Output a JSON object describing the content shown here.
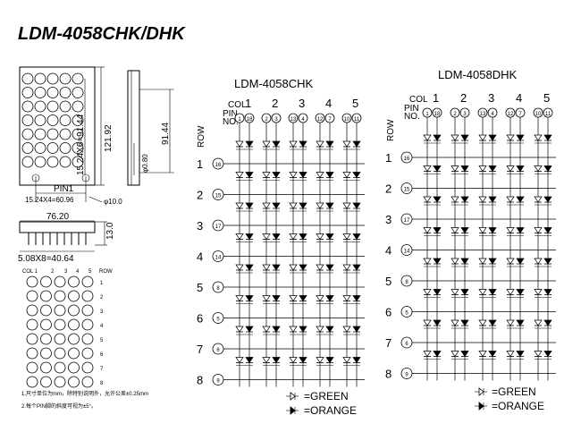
{
  "title": "LDM-4058CHK/DHK",
  "diagrams": {
    "chk": {
      "name": "LDM-4058CHK",
      "col_label": "COL",
      "pin_label": [
        "PIN",
        "NO."
      ],
      "cols": [
        {
          "num": "1",
          "pins": [
            "1",
            "18"
          ]
        },
        {
          "num": "2",
          "pins": [
            "2",
            "3"
          ]
        },
        {
          "num": "3",
          "pins": [
            "13",
            "4"
          ]
        },
        {
          "num": "4",
          "pins": [
            "12",
            "7"
          ]
        },
        {
          "num": "5",
          "pins": [
            "10",
            "11"
          ]
        }
      ],
      "row_label": "ROW",
      "rows": [
        {
          "num": "1",
          "pin": "16"
        },
        {
          "num": "2",
          "pin": "15"
        },
        {
          "num": "3",
          "pin": "17"
        },
        {
          "num": "4",
          "pin": "14"
        },
        {
          "num": "5",
          "pin": "8"
        },
        {
          "num": "6",
          "pin": "5"
        },
        {
          "num": "7",
          "pin": "6"
        },
        {
          "num": "8",
          "pin": "9"
        }
      ]
    },
    "dhk": {
      "name": "LDM-4058DHK",
      "col_label": "COL",
      "pin_label": [
        "PIN",
        "NO."
      ],
      "cols": [
        {
          "num": "1",
          "pins": [
            "1",
            "18"
          ]
        },
        {
          "num": "2",
          "pins": [
            "2",
            "3"
          ]
        },
        {
          "num": "3",
          "pins": [
            "13",
            "4"
          ]
        },
        {
          "num": "4",
          "pins": [
            "12",
            "7"
          ]
        },
        {
          "num": "5",
          "pins": [
            "10",
            "11"
          ]
        }
      ],
      "row_label": "ROW",
      "rows": [
        {
          "num": "1",
          "pin": "16"
        },
        {
          "num": "2",
          "pin": "15"
        },
        {
          "num": "3",
          "pin": "17"
        },
        {
          "num": "4",
          "pin": "14"
        },
        {
          "num": "5",
          "pin": "8"
        },
        {
          "num": "6",
          "pin": "5"
        },
        {
          "num": "7",
          "pin": "6"
        },
        {
          "num": "8",
          "pin": "9"
        }
      ]
    }
  },
  "dimensions": {
    "d1": "15.24X6=91.44",
    "d2": "121.92",
    "d3": "91.44",
    "d4": "φ0.80",
    "pin_text": "PIN1",
    "d5": "15.24X4=60.96",
    "d6": "φ10.0",
    "d7": "76.20",
    "d8": "13.0",
    "d9": "5.08X8=40.64"
  },
  "small_grid": {
    "header": [
      "COL 1",
      "2",
      "3",
      "4",
      "5",
      "ROW"
    ],
    "rows": [
      "1",
      "2",
      "3",
      "4",
      "5",
      "6",
      "7",
      "8"
    ]
  },
  "legend": [
    {
      "label": "=GREEN"
    },
    {
      "label": "=ORANGE"
    }
  ],
  "notes": [
    "1.尺寸单位为mm，除特别说明外，允许公差±0.25mm",
    "2.每个PIN脚的斜度可视为±5°。"
  ]
}
